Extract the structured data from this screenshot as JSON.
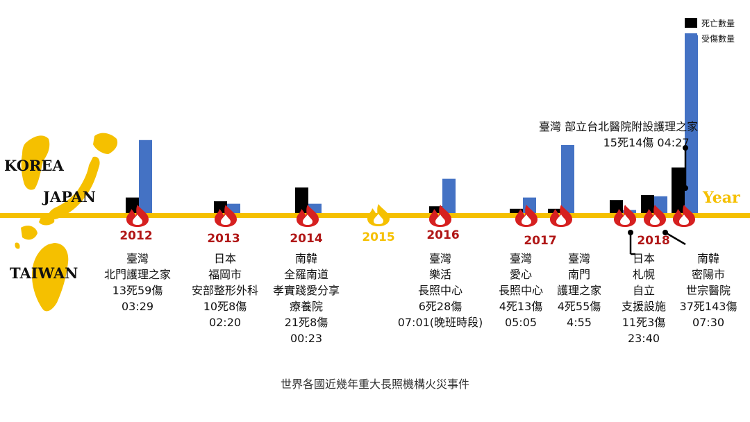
{
  "chart_data": {
    "type": "bar",
    "series": [
      {
        "name": "死亡數量",
        "color": "#000000"
      },
      {
        "name": "受傷數量",
        "color": "#4472c4"
      }
    ],
    "events": [
      {
        "year": "2012",
        "lines": [
          "臺灣",
          "北門護理之家",
          "13死59傷",
          "03:29"
        ],
        "deaths": 13,
        "injuries": 59
      },
      {
        "year": "2013",
        "lines": [
          "日本",
          "福岡市",
          "安部整形外科",
          "10死8傷",
          "02:20"
        ],
        "deaths": 10,
        "injuries": 8
      },
      {
        "year": "2014",
        "lines": [
          "南韓",
          "全羅南道",
          "孝實踐愛分享",
          "療養院",
          "21死8傷",
          "00:23"
        ],
        "deaths": 21,
        "injuries": 8
      },
      {
        "year": "2016",
        "lines": [
          "臺灣",
          "樂活",
          "長照中心",
          "6死28傷",
          "07:01(晚班時段)"
        ],
        "deaths": 6,
        "injuries": 28
      },
      {
        "year": "2017",
        "lines": [
          "臺灣",
          "愛心",
          "長照中心",
          "4死13傷",
          "05:05"
        ],
        "deaths": 4,
        "injuries": 13
      },
      {
        "year": "2017",
        "lines": [
          "臺灣",
          "南門",
          "護理之家",
          "4死55傷",
          "4:55"
        ],
        "deaths": 4,
        "injuries": 55
      },
      {
        "year": "2018",
        "lines": [
          "日本",
          "札幌",
          "自立",
          "支援設施",
          "11死3傷",
          "23:40"
        ],
        "deaths": 11,
        "injuries": 3
      },
      {
        "year": "2018",
        "lines": [
          "臺灣",
          "部立台北醫院附設護理之家",
          "15死14傷",
          "04:27"
        ],
        "deaths": 15,
        "injuries": 14
      },
      {
        "year": "2018",
        "lines": [
          "南韓",
          "密陽市",
          "世宗醫院",
          "37死143傷",
          "07:30"
        ],
        "deaths": 37,
        "injuries": 143
      }
    ],
    "year_labels": [
      "2012",
      "2013",
      "2014",
      "2015",
      "2016",
      "2017",
      "2018"
    ],
    "axis_label": "Year",
    "title": "世界各國近幾年重大長照機構火災事件",
    "legend": [
      "死亡數量",
      "受傷數量"
    ],
    "legend_position": "top-right",
    "grid": false
  },
  "countries": [
    "KOREA",
    "JAPAN",
    "TAIWAN"
  ],
  "colors": {
    "timeline": "#f5c000",
    "fire": "#d62020",
    "fire_inner": "#ffffff",
    "fire_2015": "#f5c000",
    "year_red": "#b01616",
    "map": "#f5c000"
  },
  "callout": {
    "line1": "臺灣 部立台北醫院附設護理之家",
    "line2": "15死14傷 04:27"
  }
}
